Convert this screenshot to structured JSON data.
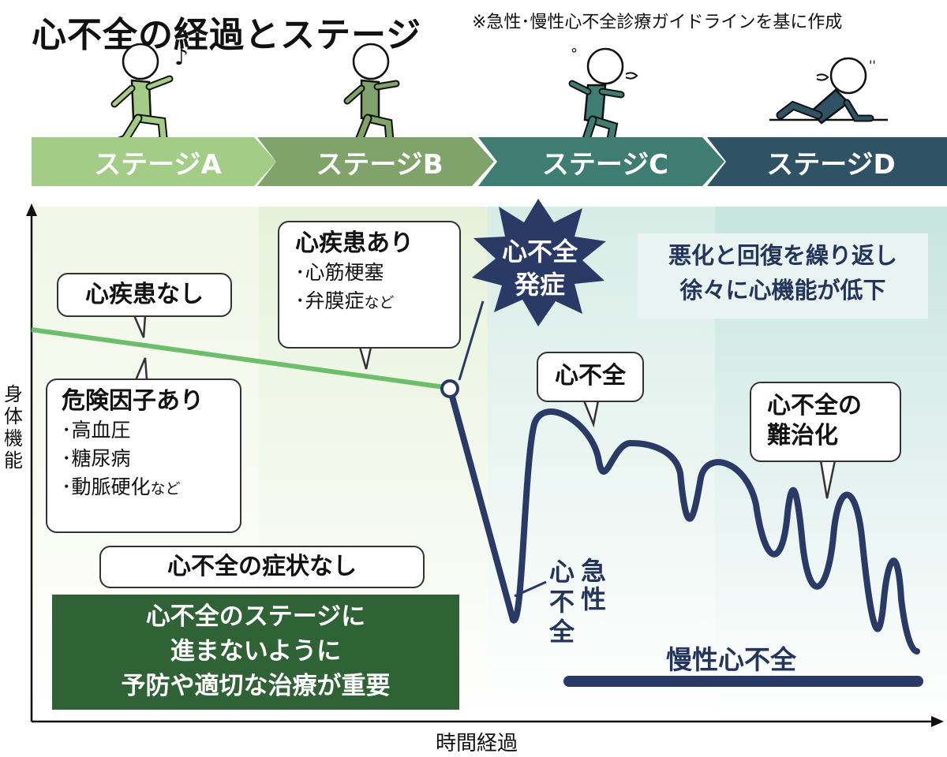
{
  "header": {
    "title": "心不全の経過とステージ",
    "source": "※急性･慢性心不全診療ガイドラインを基に作成"
  },
  "stages": [
    {
      "label": "ステージA",
      "color": "#a3cc86"
    },
    {
      "label": "ステージB",
      "color": "#7fa36a"
    },
    {
      "label": "ステージC",
      "color": "#3f7c71"
    },
    {
      "label": "ステージD",
      "color": "#2f5364"
    }
  ],
  "axes": {
    "y_label": [
      "身",
      "体",
      "機",
      "能"
    ],
    "x_label": "時間経過"
  },
  "bubbles": {
    "no_disease": "心疾患なし",
    "risk": {
      "head": "危険因子あり",
      "items": [
        "･高血圧",
        "･糖尿病",
        "･動脈硬化"
      ],
      "suffix": "など"
    },
    "disease": {
      "head": "心疾患あり",
      "items": [
        "･心筋梗塞",
        "･弁膜症"
      ],
      "suffix": "など"
    },
    "no_symptom": "心不全の症状なし",
    "hf": "心不全",
    "intractable": [
      "心不全の",
      "難治化"
    ]
  },
  "labels": {
    "onset": [
      "心不全",
      "発症"
    ],
    "repeat": [
      "悪化と回復を繰り返し",
      "徐々に心機能が低下"
    ],
    "acute_col1": "急性",
    "acute_col2": "心不全",
    "chronic": "慢性心不全",
    "prevention": [
      "心不全のステージに",
      "進まないように",
      "予防や適切な治療が重要"
    ]
  },
  "colors": {
    "green_line": "#6cbf6a",
    "navy": "#2a3a66",
    "prevention_box": "#2f6234"
  }
}
